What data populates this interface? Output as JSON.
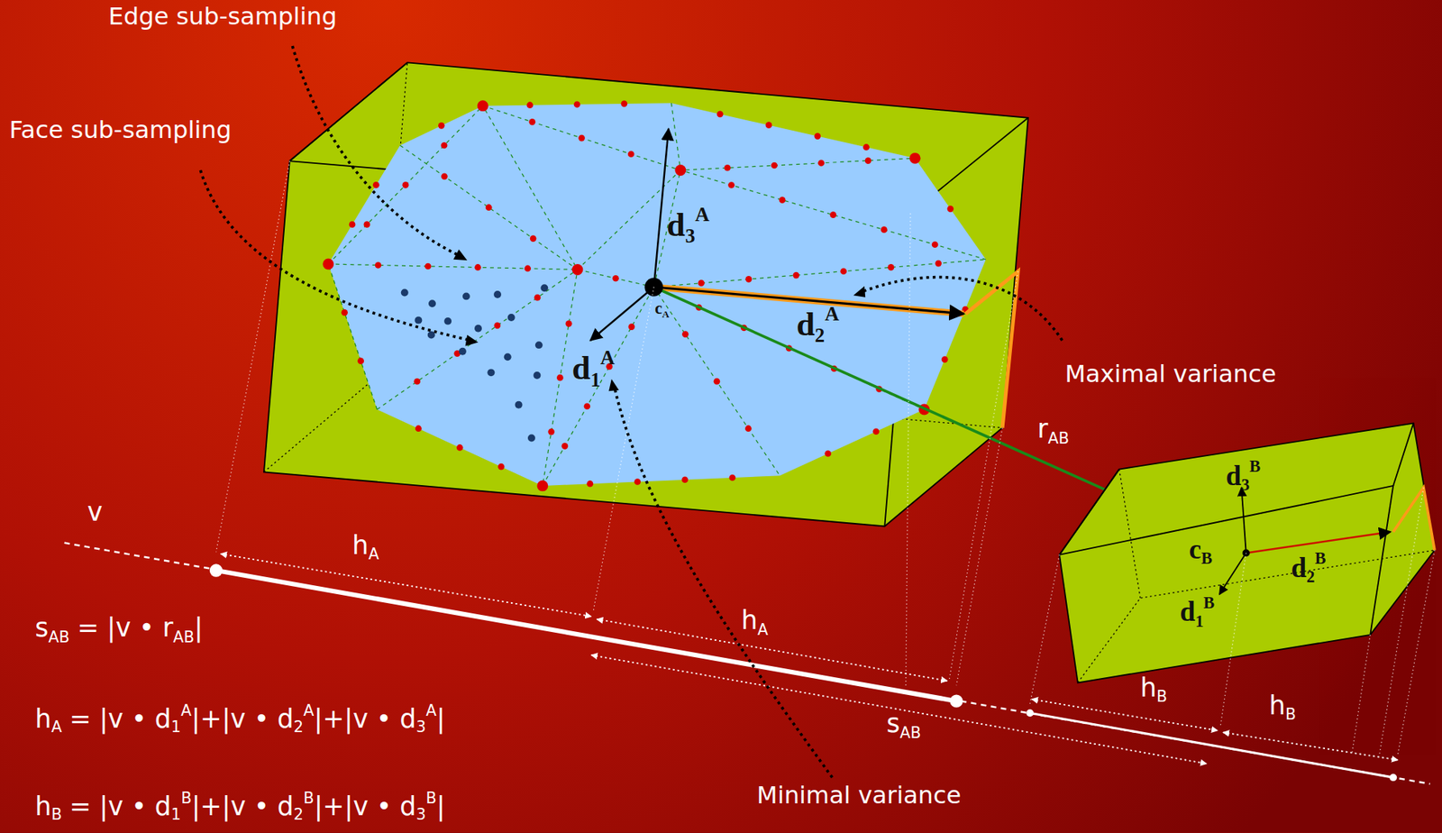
{
  "diagram": {
    "labels": [
      "Edge sub-sampling",
      "Face sub-sampling",
      "d",
      "3",
      "A",
      "d",
      "2",
      "A",
      "c",
      "A",
      "d",
      "1",
      "A",
      "Maximal variance",
      "r",
      "AB",
      "d",
      "3",
      "B",
      "c",
      "B",
      "d",
      "2",
      "B",
      "d",
      "1",
      "B",
      "v",
      "h",
      "A",
      "h",
      "A",
      "s",
      "AB",
      "h",
      "B",
      "h",
      "B",
      "Minimal variance",
      "s",
      "AB",
      "= |v • r",
      "AB",
      "|",
      "h",
      "A",
      "= |v • d",
      "1",
      "A",
      "|+|v • d",
      "2",
      "A",
      "|+|v • d",
      "3",
      "A",
      "|",
      "h",
      "B",
      "= |v • d",
      "1",
      "B",
      "|+|v • d",
      "2",
      "B",
      "|+|v • d",
      "3",
      "B",
      "|"
    ]
  }
}
